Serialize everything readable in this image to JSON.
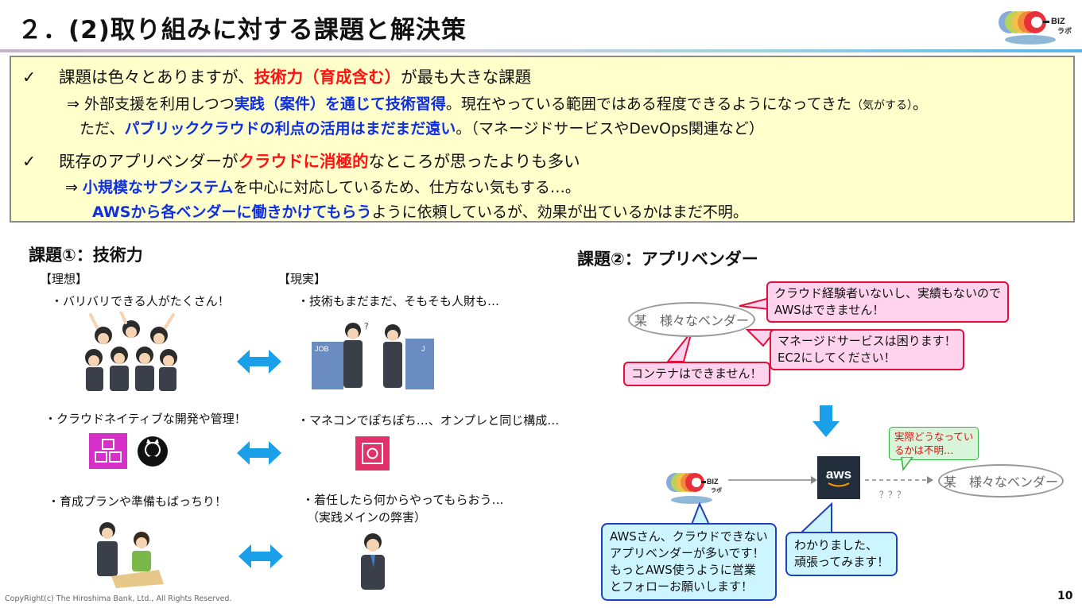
{
  "header": {
    "title": "２．(2)取り組みに対する課題と解決策",
    "logo_text": "BIZ ラボ"
  },
  "summary": {
    "check": "✓",
    "point1": {
      "pre": "課題は色々とありますが、",
      "highlight": "技術力（育成含む）",
      "post": "が最も大きな課題"
    },
    "point1_detail": {
      "arrow": "⇒ ",
      "pre": "外部支援を利用しつつ",
      "highlight": "実践（案件）を通じて技術習得",
      "mid": "。現在やっている範囲ではある程度できるようになってきた",
      "small": "（気がする）",
      "post": "。"
    },
    "point1_detail2": {
      "pre": "ただ、",
      "highlight": "パブリッククラウドの利点の活用はまだまだ遠い",
      "post": "。（マネージドサービスやDevOps関連など）"
    },
    "point2": {
      "pre": "既存のアプリベンダーが",
      "highlight": "クラウドに消極的",
      "post": "なところが思ったよりも多い"
    },
    "point2_detail": {
      "arrow": "⇒ ",
      "highlight": "小規模なサブシステム",
      "post": "を中心に対応しているため、仕方ない気もする…。"
    },
    "point2_detail2": {
      "highlight": "AWSから各ベンダーに働きかけてもらう",
      "post": "ように依頼しているが、効果が出ているかはまだ不明。"
    }
  },
  "issue1": {
    "heading": "課題①：技術力",
    "ideal_label": "【理想】",
    "reality_label": "【現実】",
    "rows": [
      {
        "ideal": "・バリバリできる人がたくさん！",
        "reality": "・技術もまだまだ、そもそも人財も…"
      },
      {
        "ideal": "・クラウドネイティブな開発や管理！",
        "reality": "・マネコンでぽちぽち…、オンプレと同じ構成…"
      },
      {
        "ideal": "・育成プランや準備もばっちり！",
        "reality": "・着任したら何からやってもらおう…",
        "reality2": "（実践メインの弊害）"
      }
    ]
  },
  "issue2": {
    "heading": "課題②：アプリベンダー",
    "vendor_top": "某　様々なベンダー",
    "callout_top_right": [
      "クラウド経験者いないし、実績もないので",
      "AWSはできません！"
    ],
    "callout_mid_right": [
      "マネージドサービスは困ります！",
      "EC2にしてください！"
    ],
    "callout_left": "コンテナはできません！",
    "aws_label": "aws",
    "callout_green": [
      "実際どうなってい",
      "るかは不明…"
    ],
    "vendor_bottom": "某　様々なベンダー",
    "question": "？？？",
    "callout_bank": [
      "AWSさん、クラウドできない",
      "アプリベンダーが多いです！",
      "もっとAWS使うように営業",
      "とフォローお願いします！"
    ],
    "callout_aws": [
      "わかりました、",
      "頑張ってみます！"
    ]
  },
  "footer": {
    "copyright": "CopyRight(c) The Hiroshima Bank, Ltd., All Rights Reserved.",
    "page": "10"
  },
  "colors": {
    "accent_red": "#ff1111",
    "accent_blue": "#1030e0",
    "summary_bg": "#ffffcc",
    "arrow_blue": "#1aa0e8"
  }
}
